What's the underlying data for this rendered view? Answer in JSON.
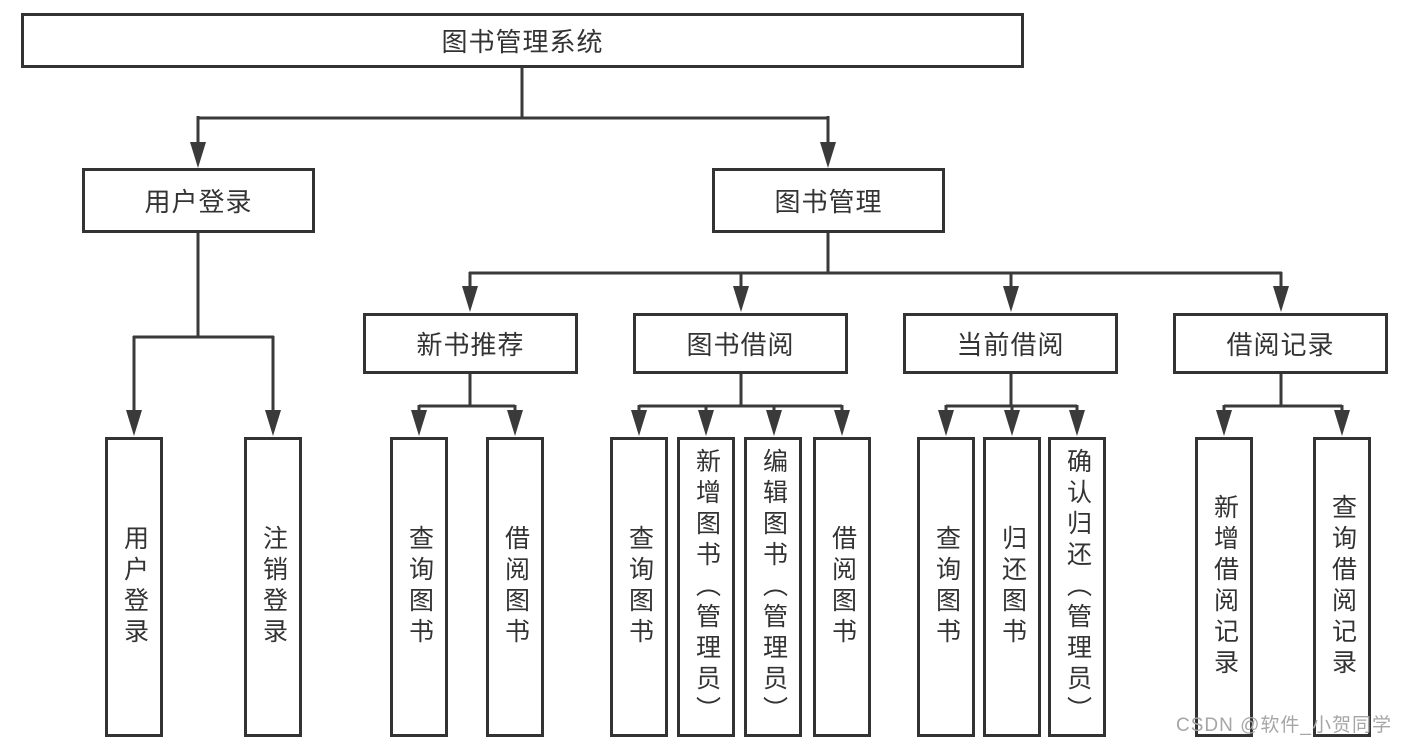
{
  "colors": {
    "line": "#3a3a3a",
    "box_border": "#333333",
    "text": "#333333",
    "watermark": "#a6a6a6",
    "background": "#ffffff"
  },
  "watermark": {
    "text": "CSDN @软件_小贺同学"
  },
  "tree": {
    "root": {
      "label": "图书管理系统"
    },
    "branches": [
      {
        "label": "用户登录",
        "children": [
          {
            "label": "用户登录"
          },
          {
            "label": "注销登录"
          }
        ]
      },
      {
        "label": "图书管理",
        "sections": [
          {
            "label": "新书推荐",
            "children": [
              {
                "label": "查询图书"
              },
              {
                "label": "借阅图书"
              }
            ]
          },
          {
            "label": "图书借阅",
            "children": [
              {
                "label": "查询图书"
              },
              {
                "label": "新增图书（管理员）"
              },
              {
                "label": "编辑图书（管理员）"
              },
              {
                "label": "借阅图书"
              }
            ]
          },
          {
            "label": "当前借阅",
            "children": [
              {
                "label": "查询图书"
              },
              {
                "label": "归还图书"
              },
              {
                "label": "确认归还（管理员）"
              }
            ]
          },
          {
            "label": "借阅记录",
            "children": [
              {
                "label": "新增借阅记录"
              },
              {
                "label": "查询借阅记录"
              }
            ]
          }
        ]
      }
    ]
  }
}
